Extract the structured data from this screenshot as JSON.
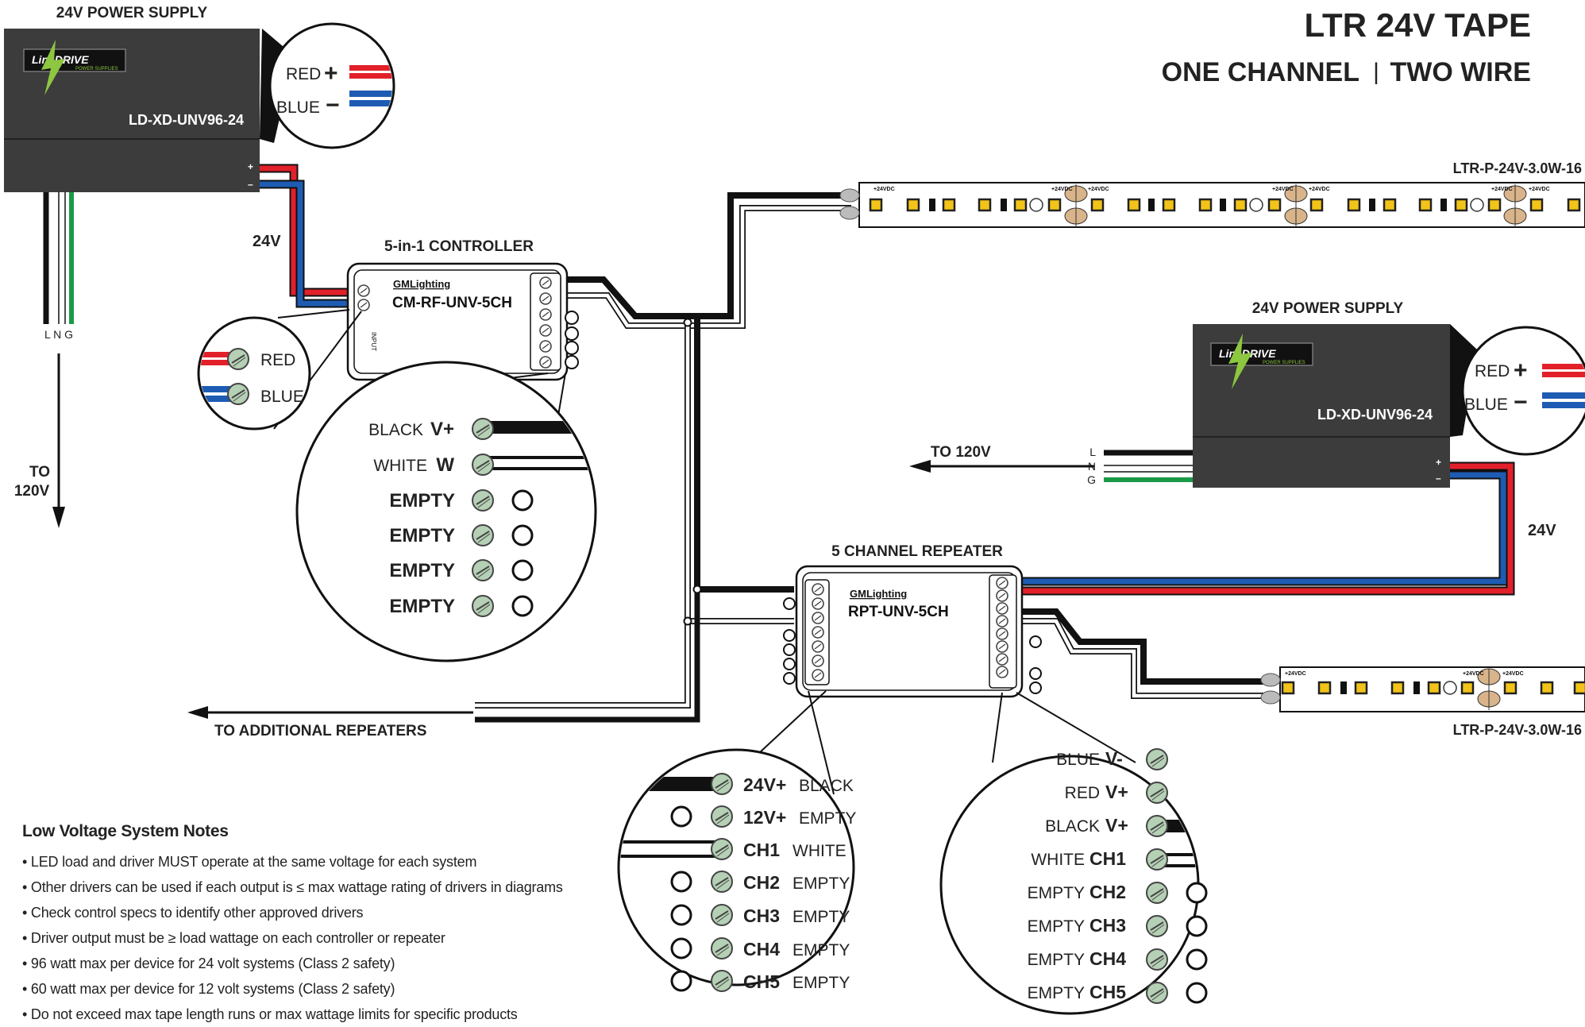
{
  "title": {
    "main": "LTR 24V TAPE",
    "sub_left": "ONE CHANNEL",
    "separator": "|",
    "sub_right": "TWO WIRE"
  },
  "power_supply_1": {
    "heading": "24V POWER SUPPLY",
    "brand": "LineDRIVE",
    "brand_sub": "POWER SUPPLIES",
    "model": "LD-XD-UNV96-24",
    "plus": "+",
    "minus": "–",
    "terminals": "L N G",
    "callout": {
      "red": "RED",
      "blue": "BLUE",
      "plus": "+",
      "minus": "−"
    }
  },
  "power_supply_2": {
    "heading": "24V POWER SUPPLY",
    "brand": "LineDRIVE",
    "brand_sub": "POWER SUPPLIES",
    "model": "LD-XD-UNV96-24",
    "plus": "+",
    "minus": "–",
    "term_l": "L",
    "term_n": "N",
    "term_g": "G",
    "callout": {
      "red": "RED",
      "blue": "BLUE",
      "plus": "+",
      "minus": "−"
    }
  },
  "labels": {
    "v24_left": "24V",
    "v24_right": "24V",
    "to120_left_1": "TO",
    "to120_left_2": "120V",
    "to120_right": "TO 120V",
    "to_additional": "TO  ADDITIONAL REPEATERS"
  },
  "controller": {
    "heading": "5-in-1 CONTROLLER",
    "brand": "GMLighting",
    "model": "CM-RF-UNV-5CH",
    "input": "INPUT",
    "input_callout": {
      "red": "RED",
      "blue": "BLUE"
    },
    "output_callout": [
      {
        "wire": "BLACK",
        "term": "V+"
      },
      {
        "wire": "WHITE",
        "term": "W"
      },
      {
        "wire": "",
        "term": "EMPTY"
      },
      {
        "wire": "",
        "term": "EMPTY"
      },
      {
        "wire": "",
        "term": "EMPTY"
      },
      {
        "wire": "",
        "term": "EMPTY"
      }
    ]
  },
  "repeater": {
    "heading": "5 CHANNEL REPEATER",
    "brand": "GMLighting",
    "model": "RPT-UNV-5CH",
    "left_callout": [
      {
        "term": "24V+",
        "wire": "BLACK"
      },
      {
        "term": "12V+",
        "wire": "EMPTY"
      },
      {
        "term": "CH1",
        "wire": "WHITE"
      },
      {
        "term": "CH2",
        "wire": "EMPTY"
      },
      {
        "term": "CH3",
        "wire": "EMPTY"
      },
      {
        "term": "CH4",
        "wire": "EMPTY"
      },
      {
        "term": "CH5",
        "wire": "EMPTY"
      }
    ],
    "right_callout": [
      {
        "wire": "BLUE",
        "term": "V-"
      },
      {
        "wire": "RED",
        "term": "V+"
      },
      {
        "wire": "BLACK",
        "term": "V+"
      },
      {
        "wire": "WHITE",
        "term": "CH1"
      },
      {
        "wire": "EMPTY",
        "term": "CH2"
      },
      {
        "wire": "EMPTY",
        "term": "CH3"
      },
      {
        "wire": "EMPTY",
        "term": "CH4"
      },
      {
        "wire": "EMPTY",
        "term": "CH5"
      }
    ]
  },
  "tape_1": {
    "model": "LTR-P-24V-3.0W-16",
    "pad": "+24VDC"
  },
  "tape_2": {
    "model": "LTR-P-24V-3.0W-16",
    "pad": "+24VDC"
  },
  "notes": {
    "heading": "Low Voltage System Notes",
    "items": [
      "LED load and driver MUST operate at the same voltage for each system",
      "Other drivers can be used if each output is ≤ max wattage rating of drivers in diagrams",
      "Check control specs to identify other approved drivers",
      "Driver output must be ≥ load wattage on each controller or repeater",
      "96 watt max per device for 24 volt systems (Class 2 safety)",
      "60 watt max per device for 12 volt systems (Class 2 safety)",
      "Do not exceed max tape length runs or max wattage limits for specific products"
    ]
  },
  "colors": {
    "red": "#e2202a",
    "blue": "#1e5cb3",
    "black": "#111111",
    "green": "#1a9a48",
    "psu": "#3c3c3c",
    "brand_green": "#8dc63f",
    "terminal": "#b5d0b5",
    "led": "#f2c318",
    "solder": "#d9b48a"
  }
}
